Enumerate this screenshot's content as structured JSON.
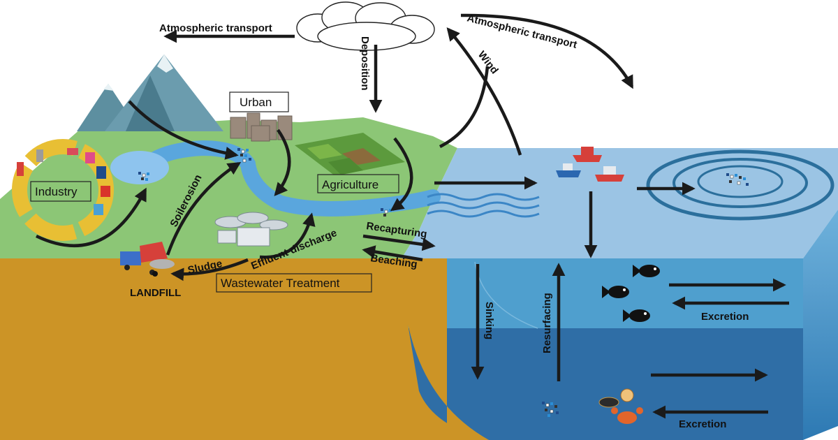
{
  "labels": {
    "atm_transport_left": "Atmospheric transport",
    "atm_transport_right": "Atmospheric transport",
    "deposition": "Deposition",
    "wind": "Wind",
    "urban": "Urban",
    "industry": "Industry",
    "agriculture": "Agriculture",
    "soil_erosion": "Soilerosion",
    "sludge": "Sludge",
    "effluent_discharge": "Effluent discharge",
    "landfill": "LANDFILL",
    "wastewater_treatment": "Wastewater Treatment",
    "recapturing": "Recapturing",
    "beaching": "Beaching",
    "sinking": "Sinking",
    "resurfacing": "Resurfacing",
    "excretion_upper": "Excretion",
    "excretion_lower": "Excretion"
  },
  "colors": {
    "land": "#8cc676",
    "soil": "#cc9426",
    "ocean_surface": "#9bc4e4",
    "ocean_mid": "#4f9cc9",
    "ocean_deep": "#2f6ea6",
    "river": "#5aa6dd",
    "arrow": "#1a1a1a",
    "mountain": "#5d8fa0",
    "industry_ring": "#e8bf34"
  }
}
